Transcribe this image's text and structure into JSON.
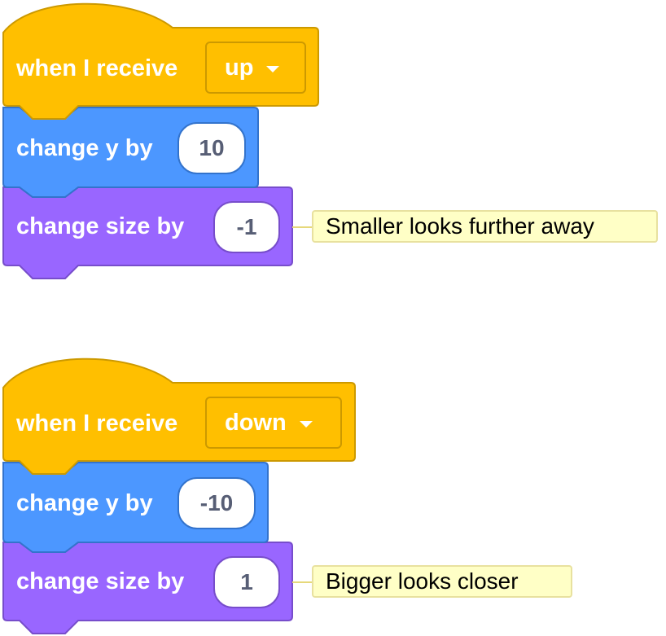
{
  "scripts": [
    {
      "hat": {
        "label": "when I receive",
        "message": "up"
      },
      "motion": {
        "label": "change y by",
        "value": "10"
      },
      "looks": {
        "label": "change size by",
        "value": "-1"
      },
      "comment": "Smaller looks further away"
    },
    {
      "hat": {
        "label": "when I receive",
        "message": "down"
      },
      "motion": {
        "label": "change y by",
        "value": "-10"
      },
      "looks": {
        "label": "change size by",
        "value": "1"
      },
      "comment": "Bigger looks closer"
    }
  ],
  "colors": {
    "events": "#ffbf00",
    "motion": "#4c97ff",
    "looks": "#9966ff",
    "comment": "#ffffc6"
  }
}
